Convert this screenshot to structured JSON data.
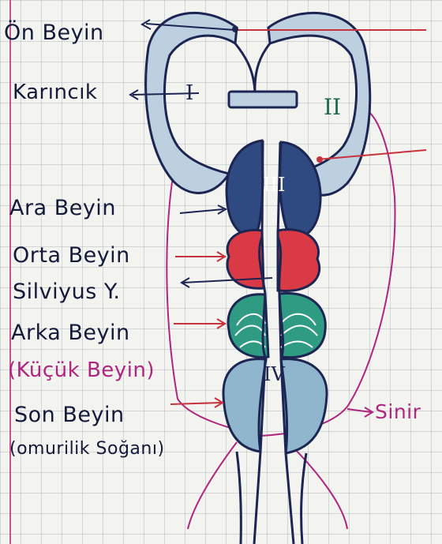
{
  "labels": {
    "on_beyin": "Ön Beyin",
    "karincik": "Karıncık",
    "ara_beyin": "Ara Beyin",
    "orta_beyin": "Orta Beyin",
    "silviyus": "Silviyus Y.",
    "arka_beyin": "Arka Beyin",
    "kucuk_beyin": "(Küçük Beyin)",
    "son_beyin": "Son Beyin",
    "omurilik_soganı": "(omurilik Soğanı)",
    "sinir": "Sinir"
  },
  "ventricles": {
    "v1": "I",
    "v2": "II",
    "v3": "III",
    "v4": "IV"
  },
  "colors": {
    "outline": "#1d2552",
    "forebrain_fill": "#bcd0e0",
    "diencephalon_fill": "#2e4a80",
    "midbrain_fill": "#d93a45",
    "hindbrain_fill": "#2f9b82",
    "medulla_fill": "#8fb6cc",
    "nerve_line": "#b0257f",
    "arrow_red": "#c8323c",
    "margin_line": "#c2558f"
  }
}
